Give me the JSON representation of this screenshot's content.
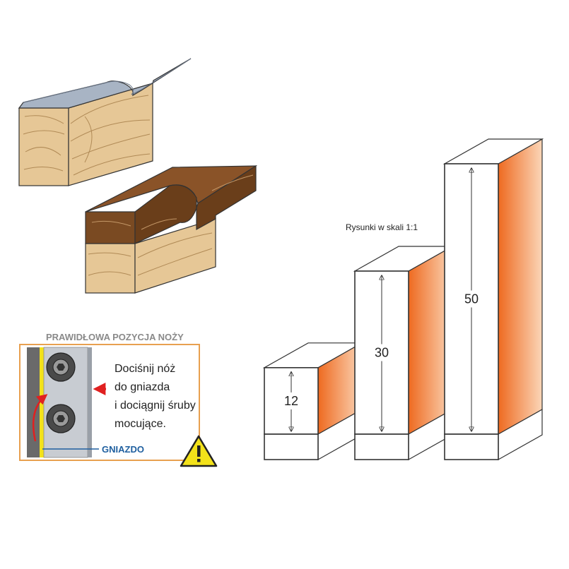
{
  "panel": {
    "title": "PRAWIDŁOWA POZYCJA NOŻY",
    "instruction_lines": [
      "Dociśnij nóż",
      "do gniazda",
      "i dociągnij śruby",
      "mocujące."
    ],
    "socket_label": "GNIAZDO"
  },
  "scale_note": "Rysunki w skali 1:1",
  "blocks": [
    {
      "label": "12",
      "value": 12
    },
    {
      "label": "30",
      "value": 30
    },
    {
      "label": "50",
      "value": 50
    }
  ],
  "colors": {
    "wood_light": "#e6c796",
    "wood_dark": "#7a4a22",
    "steel": "#a8b4c4",
    "accent_orange": "#f07a35",
    "frame_orange": "#e8a050",
    "warning_yellow": "#f3e21a",
    "arrow_red": "#e02020",
    "socket_blue": "#1f5f9f"
  },
  "icons": [
    "warning-icon",
    "screw-icon",
    "arrow-icon"
  ]
}
